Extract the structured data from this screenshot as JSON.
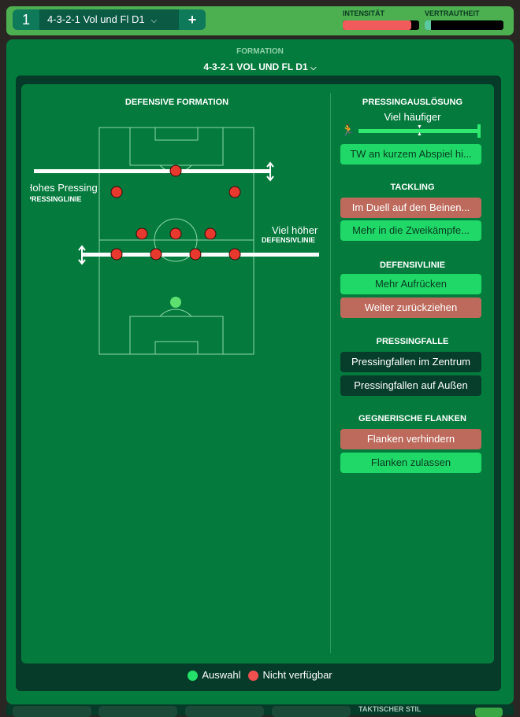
{
  "header": {
    "tactic_number": "1",
    "tactic_name": "4-3-2-1 Vol und Fl D1",
    "add_label": "+",
    "intensity_label": "INTENSITÄT",
    "familiarity_label": "VERTRAUTHEIT",
    "intensity_level": 0.9,
    "familiarity_level": 0.08
  },
  "formation": {
    "label": "FORMATION",
    "name": "4-3-2-1 VOL UND FL D1"
  },
  "pitch": {
    "title": "DEFENSIVE FORMATION",
    "pressing_value": "Hohes Pressing",
    "pressing_label": "PRESSINGLINIE",
    "defline_value": "Viel höher",
    "defline_label": "DEFENSIVLINIE"
  },
  "instructions": {
    "pressing_trigger": {
      "title": "PRESSINGAUSLÖSUNG",
      "value": "Viel häufiger",
      "level": 0.45,
      "button": "TW an kurzem Abspiel hi..."
    },
    "tackling": {
      "title": "TACKLING",
      "buttons": [
        "Im Duell auf den Beinen...",
        "Mehr in die Zweikämpfe..."
      ]
    },
    "defline": {
      "title": "DEFENSIVLINIE",
      "buttons": [
        "Mehr Aufrücken",
        "Weiter zurückziehen"
      ]
    },
    "trap": {
      "title": "PRESSINGFALLE",
      "buttons": [
        "Pressingfallen im Zentrum",
        "Pressingfallen auf Außen"
      ]
    },
    "crosses": {
      "title": "GEGNERISCHE FLANKEN",
      "buttons": [
        "Flanken verhindern",
        "Flanken zulassen"
      ]
    }
  },
  "legend": {
    "selected": "Auswahl",
    "unavailable": "Nicht verfügbar"
  },
  "bottom": {
    "style_label": "TAKTISCHER STIL"
  },
  "colors": {
    "selected": "#22e06a",
    "unavailable": "#f05050"
  }
}
